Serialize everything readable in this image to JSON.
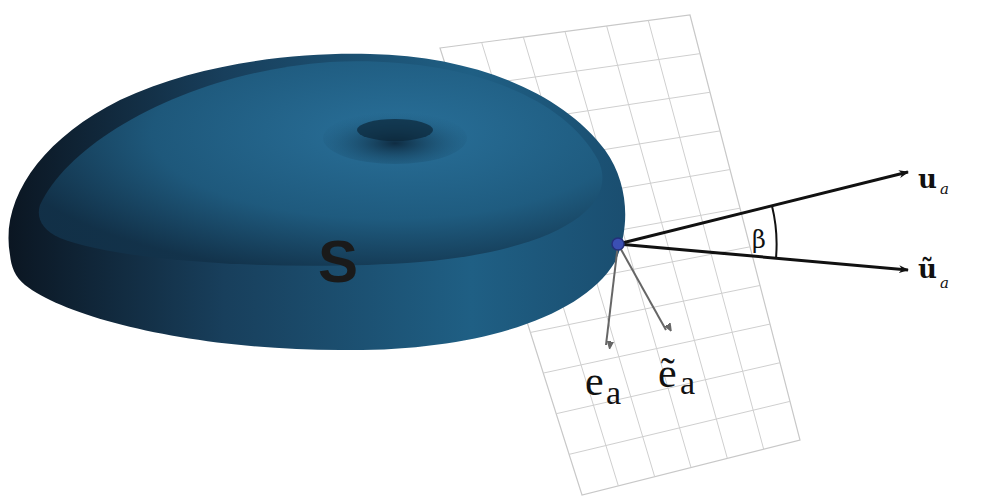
{
  "diagram": {
    "labels": [
      "S",
      "β",
      "u",
      "a",
      "ũ",
      "a",
      "e",
      "a",
      "ẽ",
      "a"
    ]
  }
}
